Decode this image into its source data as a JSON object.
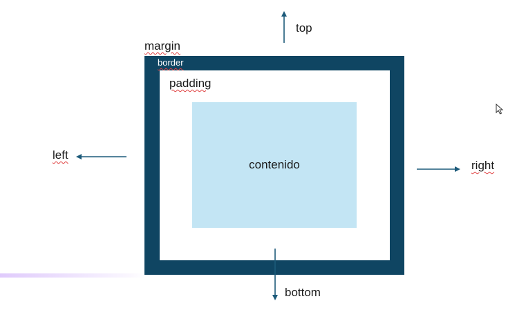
{
  "diagram": {
    "margin_label": "margin",
    "border_label": "border",
    "padding_label": "padding",
    "content_label": "contenido",
    "directions": {
      "top": "top",
      "left": "left",
      "right": "right",
      "bottom": "bottom"
    }
  },
  "colors": {
    "border": "#0f4562",
    "content": "#c3e5f4",
    "arrow": "#1c5a7a"
  },
  "icons": {
    "cursor": "mouse-pointer-icon"
  }
}
